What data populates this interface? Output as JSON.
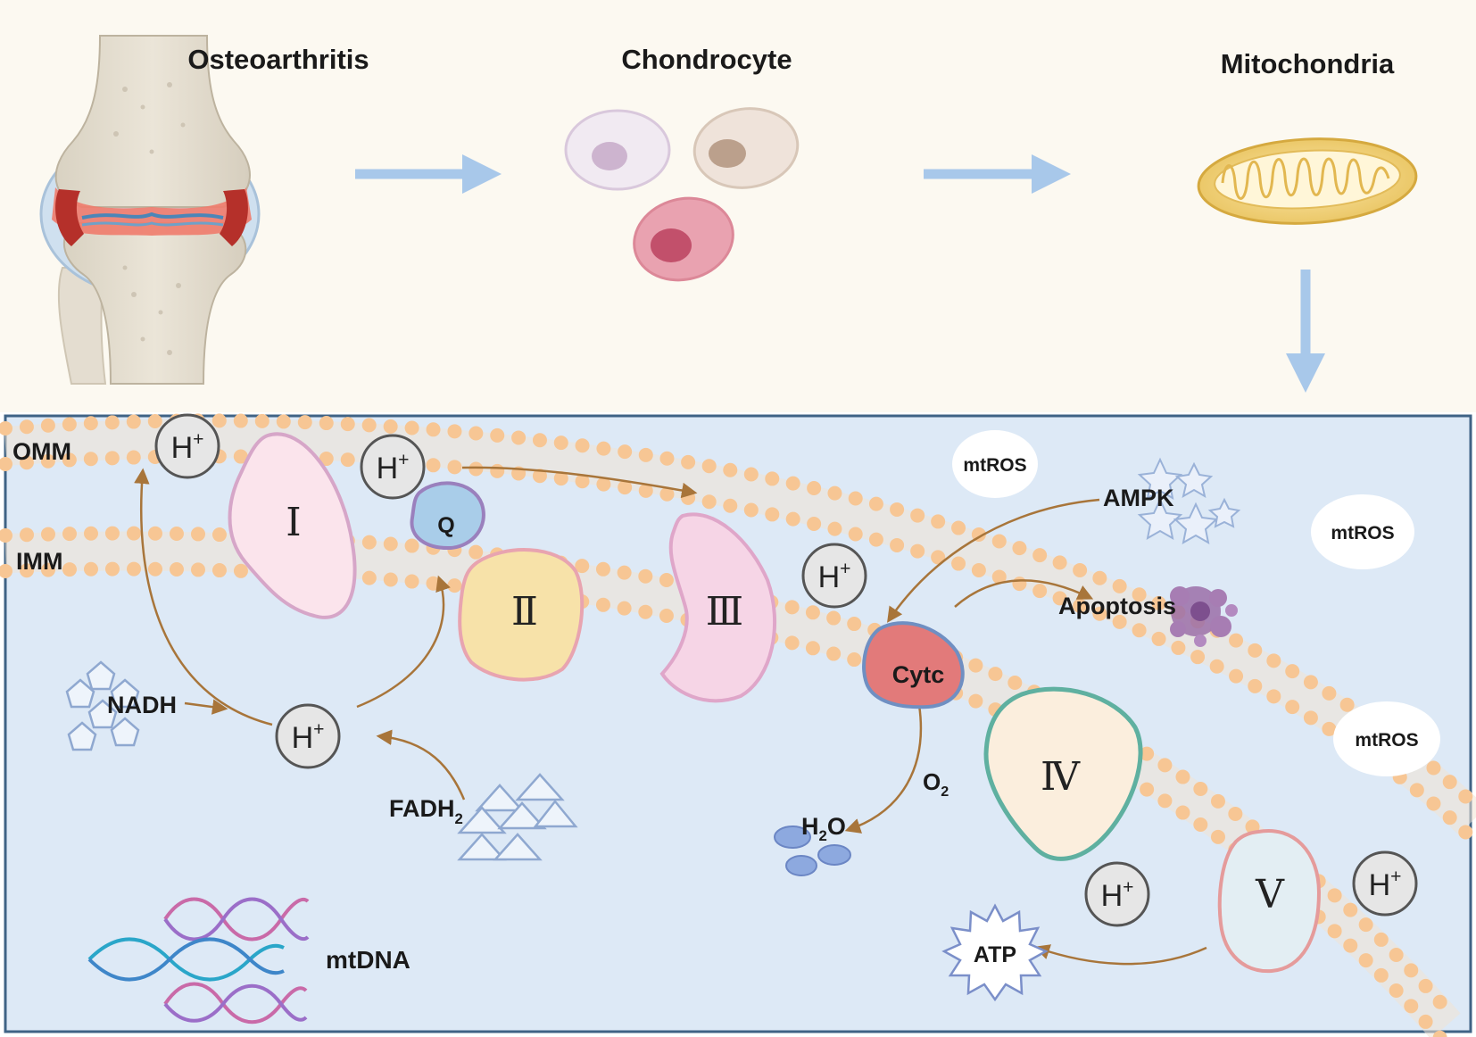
{
  "top_panel": {
    "stage_labels": [
      "Osteoarthritis",
      "Chondrocyte",
      "Mitochondria"
    ]
  },
  "membranes": {
    "outer_label": "OMM",
    "inner_label": "IMM"
  },
  "complexes": {
    "c1": "Ⅰ",
    "c2": "Ⅱ",
    "c3": "Ⅲ",
    "c4": "Ⅳ",
    "c5": "Ⅴ",
    "ubiquinone": "Q",
    "cytochrome_c": "Cytc"
  },
  "ions": {
    "proton_base": "H",
    "proton_charge": "+"
  },
  "molecules": {
    "nadh": "NADH",
    "fadh2_base": "FADH",
    "fadh2_sub": "2",
    "oxygen_base": "O",
    "oxygen_sub": "2",
    "water_h": "H",
    "water_sub": "2",
    "water_o": "O",
    "atp": "ATP",
    "ampk": "AMPK",
    "apoptosis": "Apoptosis",
    "mtdna": "mtDNA",
    "mtros": [
      "mtROS",
      "mtROS",
      "mtROS"
    ]
  },
  "colors": {
    "top_bg": "#fcf9f1",
    "bottom_bg": "#dde9f6",
    "panel_border": "#3f6385",
    "flow_arrow": "#a8c8ea",
    "lipid_head": "#f7c694",
    "reaction_arrow": "#a8753a",
    "complex_I": "#fbe4ec",
    "complex_II": "#f7e2a9",
    "complex_III": "#f6d5e6",
    "complex_IV": "#fbeedd",
    "complex_V": "#e3eef3",
    "cytc": "#e27a7a",
    "q": "#a9cde9"
  }
}
